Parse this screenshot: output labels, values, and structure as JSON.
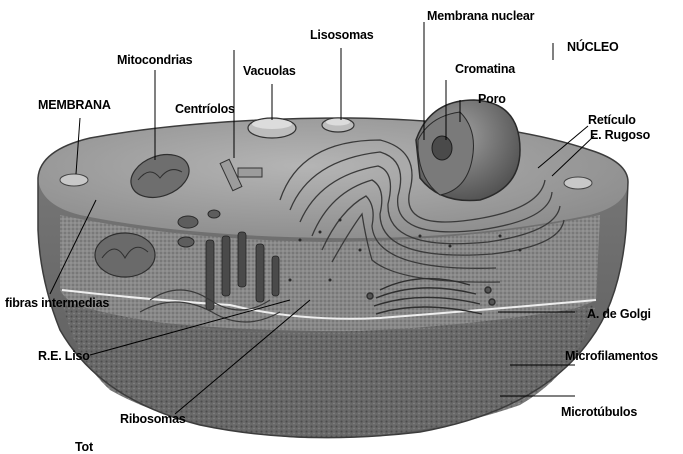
{
  "labels": {
    "membrana_nuclear": "Membrana nuclear",
    "nucleo": "NÚCLEO",
    "lisosomas": "Lisosomas",
    "mitocondrias": "Mitocondrias",
    "vacuolas": "Vacuolas",
    "cromatina": "Cromatina",
    "poro": "Poro",
    "membrana": "MEMBRANA",
    "centriolos": "Centríolos",
    "reticulo_rugoso_1": "Retículo",
    "reticulo_rugoso_2": "E. Rugoso",
    "fibras_intermedias": "fibras intermedias",
    "golgi": "A. de Golgi",
    "re_liso": "R.E. Liso",
    "microfilamentos": "Microfilamentos",
    "ribosomas": "Ribosomas",
    "microtubulos": "Microtúbulos",
    "cut_text": "Tot"
  }
}
